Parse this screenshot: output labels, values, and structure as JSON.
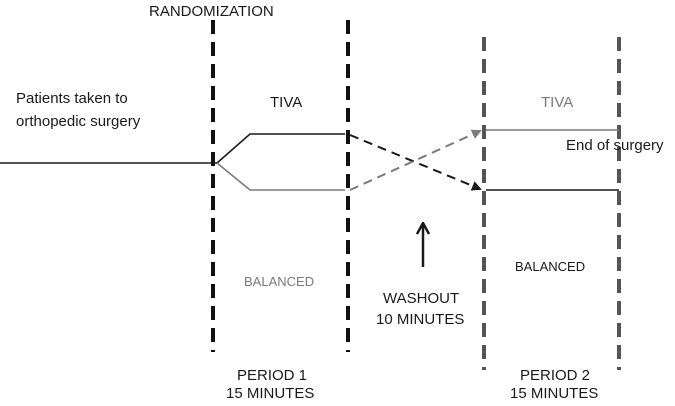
{
  "diagram": {
    "title_label": "RANDOMIZATION",
    "start_label_line1": "Patients taken to",
    "start_label_line2": "orthopedic surgery",
    "period1": {
      "arm_top_label": "TIVA",
      "arm_bottom_label": "BALANCED",
      "period_label": "PERIOD  1",
      "duration_label": "15 MINUTES"
    },
    "washout": {
      "label": "WASHOUT",
      "duration_label": "10 MINUTES"
    },
    "period2": {
      "arm_top_label": "TIVA",
      "arm_bottom_label": "BALANCED",
      "period_label": "PERIOD   2",
      "duration_label": "15 MINUTES"
    },
    "end_label": "End of surgery",
    "colors": {
      "dark_line": "#1a1a1a",
      "gray_line": "#7a7a7a",
      "background": "#ffffff"
    }
  }
}
